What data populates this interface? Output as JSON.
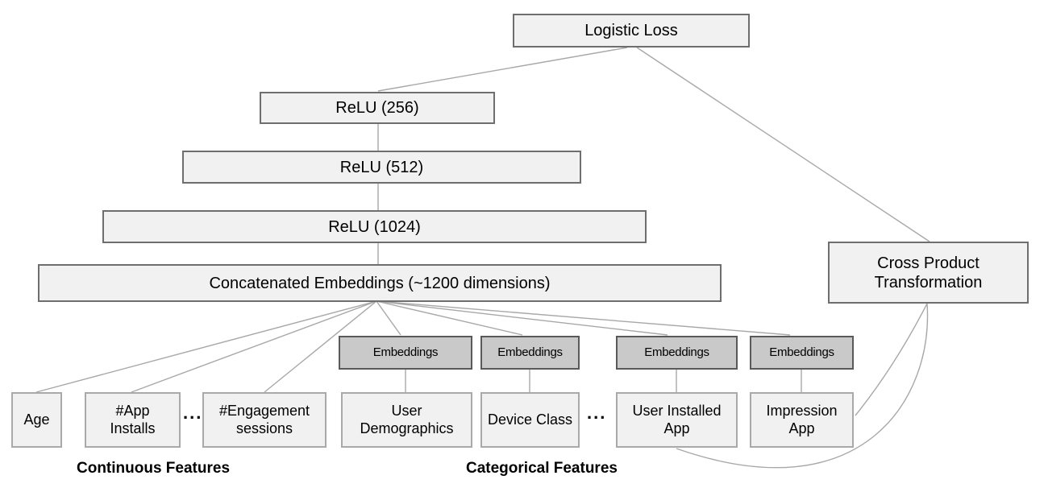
{
  "nodes": {
    "logistic_loss": "Logistic Loss",
    "relu_256": "ReLU (256)",
    "relu_512": "ReLU (512)",
    "relu_1024": "ReLU (1024)",
    "concatenated_embeddings": "Concatenated Embeddings (~1200 dimensions)",
    "cross_product_transformation": "Cross Product Transformation",
    "embeddings": "Embeddings",
    "age": "Age",
    "app_installs": "#App Installs",
    "engagement_sessions": "#Engagement sessions",
    "user_demographics": "User Demographics",
    "device_class": "Device Class",
    "user_installed_app": "User Installed App",
    "impression_app": "Impression App"
  },
  "labels": {
    "continuous_features": "Continuous Features",
    "categorical_features": "Categorical Features",
    "ellipsis": "..."
  },
  "colors": {
    "box_fill": "#f1f1f1",
    "box_border": "#6e6e6e",
    "feature_border": "#a9a9a9",
    "embedding_fill": "#c9c9c9",
    "embedding_border": "#595959",
    "edge": "#a8a8a8",
    "text": "#000000"
  }
}
